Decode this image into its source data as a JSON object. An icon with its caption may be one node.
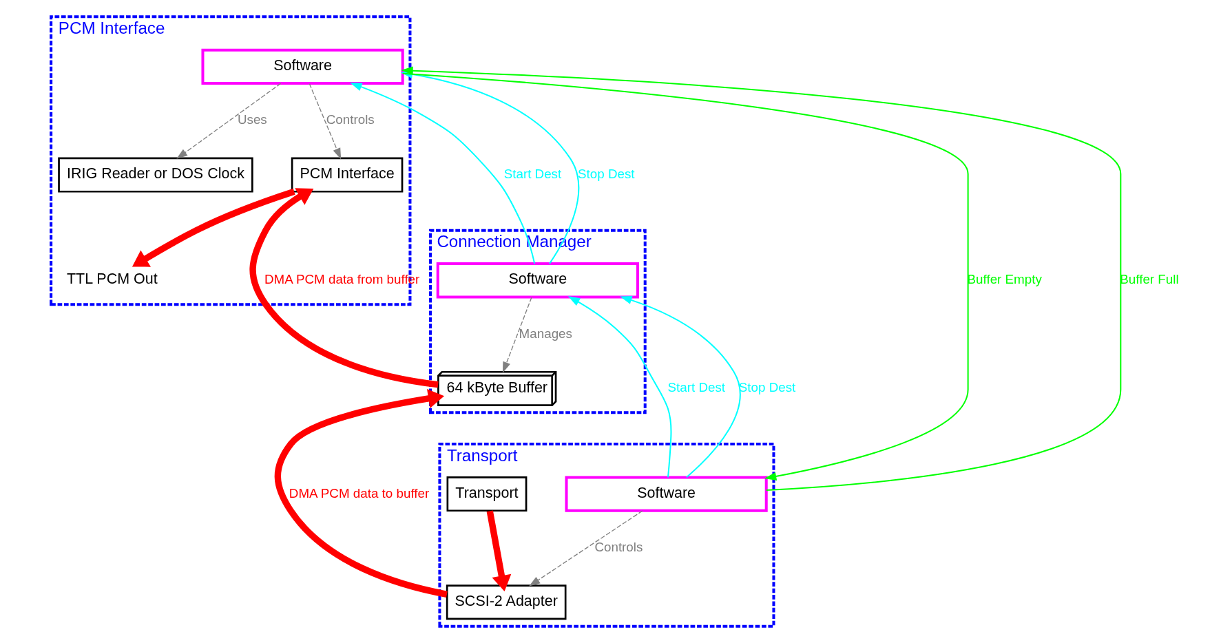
{
  "diagram": {
    "nodes": [
      {
        "text": [
          "PCM Interface"
        ]
      },
      {
        "text": [
          "Software"
        ],
        "in": 0
      },
      {
        "text": [
          "IRIG Reader or DOS Clock"
        ],
        "in": 0
      },
      {
        "text": [
          "PCM Interface"
        ],
        "in": 0
      },
      {
        "text": [
          "TTL PCM Out"
        ],
        "in": 0
      },
      {
        "text": [
          "Connection Manager"
        ]
      },
      {
        "text": [
          "Software"
        ],
        "in": 5
      },
      {
        "text": [
          "64 kByte Buffer"
        ],
        "in": 5
      },
      {
        "text": [
          "Transport"
        ]
      },
      {
        "text": [
          "Software"
        ],
        "in": 8
      },
      {
        "text": [
          "SCSI-2 Adapter"
        ],
        "in": 8
      },
      {
        "text": [
          "Transport"
        ],
        "in": 8
      }
    ],
    "edges": [
      {
        "from": 1,
        "to": 2,
        "arrow": "to",
        "label": "Uses",
        "style": "dashed",
        "color": "#808080"
      },
      {
        "from": 1,
        "to": 3,
        "arrow": "to",
        "label": "Controls",
        "style": "dashed",
        "color": "#808080"
      },
      {
        "from": 3,
        "to": 4,
        "arrow": "to",
        "style": "thick",
        "color": "#ff0000"
      },
      {
        "from": 6,
        "to": 1,
        "arrow": "to",
        "label": "Start Dest",
        "color": "#00ffff"
      },
      {
        "from": 6,
        "to": 1,
        "arrow": "to",
        "label": "Stop Dest",
        "color": "#00ffff"
      },
      {
        "from": 1,
        "to": 9,
        "arrow": "to",
        "label": "Buffer Empty",
        "color": "#00ff00"
      },
      {
        "from": 9,
        "to": 1,
        "arrow": "to",
        "label": "Buffer Full",
        "color": "#00ff00"
      },
      {
        "from": 6,
        "to": 7,
        "arrow": "to",
        "label": "Manages",
        "style": "dashed",
        "color": "#808080"
      },
      {
        "from": 9,
        "to": 6,
        "arrow": "to",
        "label": "Start Dest",
        "color": "#00ffff"
      },
      {
        "from": 9,
        "to": 6,
        "arrow": "to",
        "label": "Stop Dest",
        "color": "#00ffff"
      },
      {
        "from": 7,
        "to": 3,
        "arrow": "to",
        "label": "DMA PCM data from buffer",
        "style": "thick",
        "color": "#ff0000"
      },
      {
        "from": 10,
        "to": 7,
        "arrow": "to",
        "label": "DMA PCM data to buffer",
        "style": "thick",
        "color": "#ff0000"
      },
      {
        "from": 9,
        "to": 10,
        "arrow": "to",
        "label": "Controls",
        "style": "dashed",
        "color": "#808080"
      },
      {
        "from": 11,
        "to": 10,
        "arrow": "to",
        "style": "thick",
        "color": "#ff0000"
      }
    ]
  }
}
